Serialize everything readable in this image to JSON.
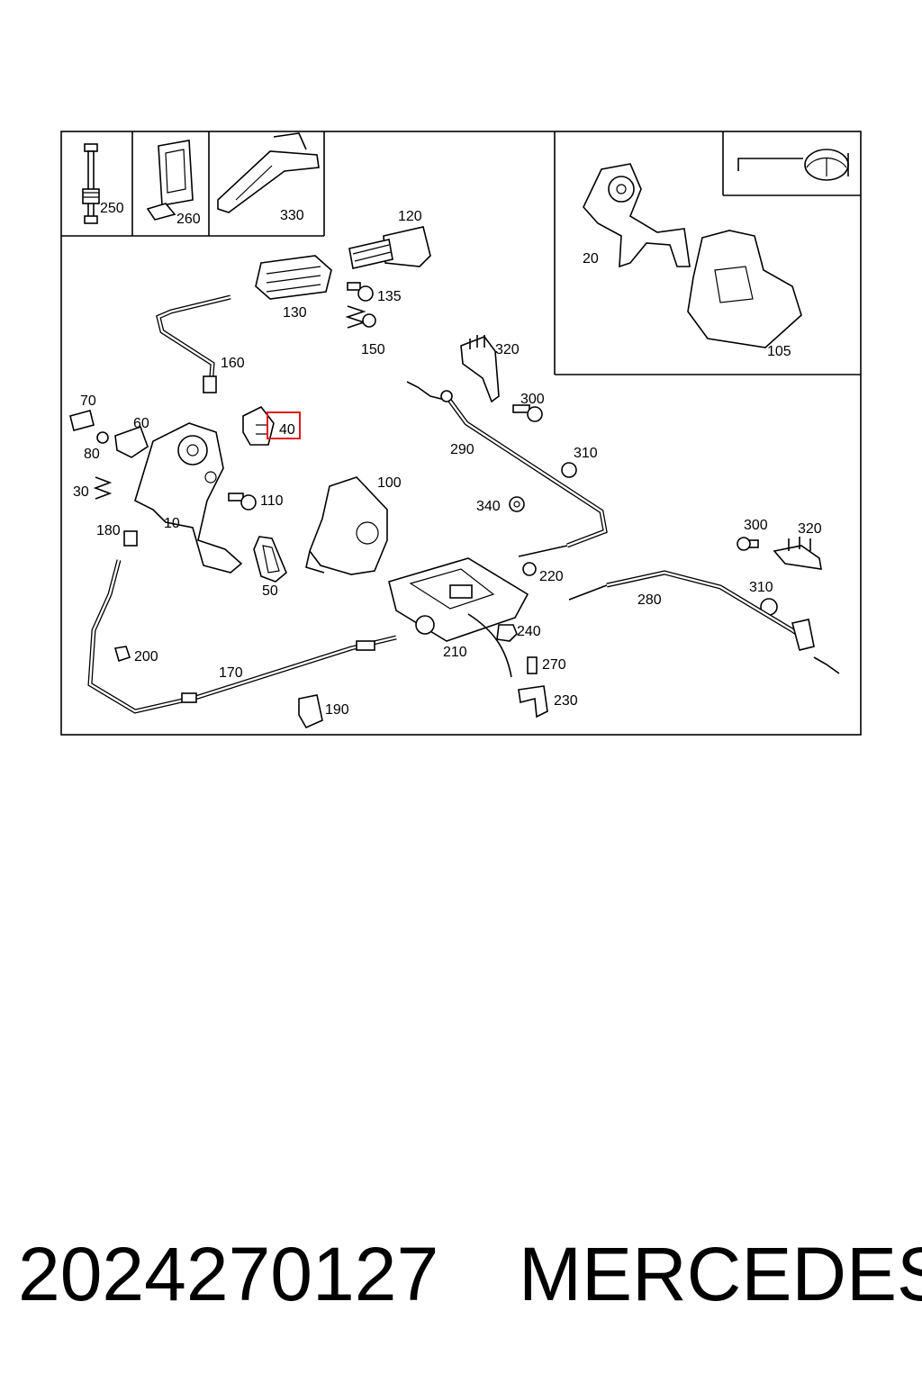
{
  "diagram": {
    "callouts": {
      "c250": "250",
      "c260": "260",
      "c330": "330",
      "c120": "120",
      "c130": "130",
      "c135": "135",
      "c150": "150",
      "c160": "160",
      "c70": "70",
      "c60": "60",
      "c80": "80",
      "c30": "30",
      "c10": "10",
      "c40": "40",
      "c110": "110",
      "c180": "180",
      "c50": "50",
      "c100": "100",
      "c320a": "320",
      "c300a": "300",
      "c290": "290",
      "c310a": "310",
      "c340": "340",
      "c20": "20",
      "c105": "105",
      "c300b": "300",
      "c320b": "320",
      "c310b": "310",
      "c280": "280",
      "c220": "220",
      "c210": "210",
      "c240": "240",
      "c270": "270",
      "c230": "230",
      "c200": "200",
      "c170": "170",
      "c190": "190"
    },
    "highlighted_callout": "40",
    "highlight_color": "#e0141e"
  },
  "caption": {
    "part_number": "2024270127",
    "brand": "MERCEDES"
  }
}
